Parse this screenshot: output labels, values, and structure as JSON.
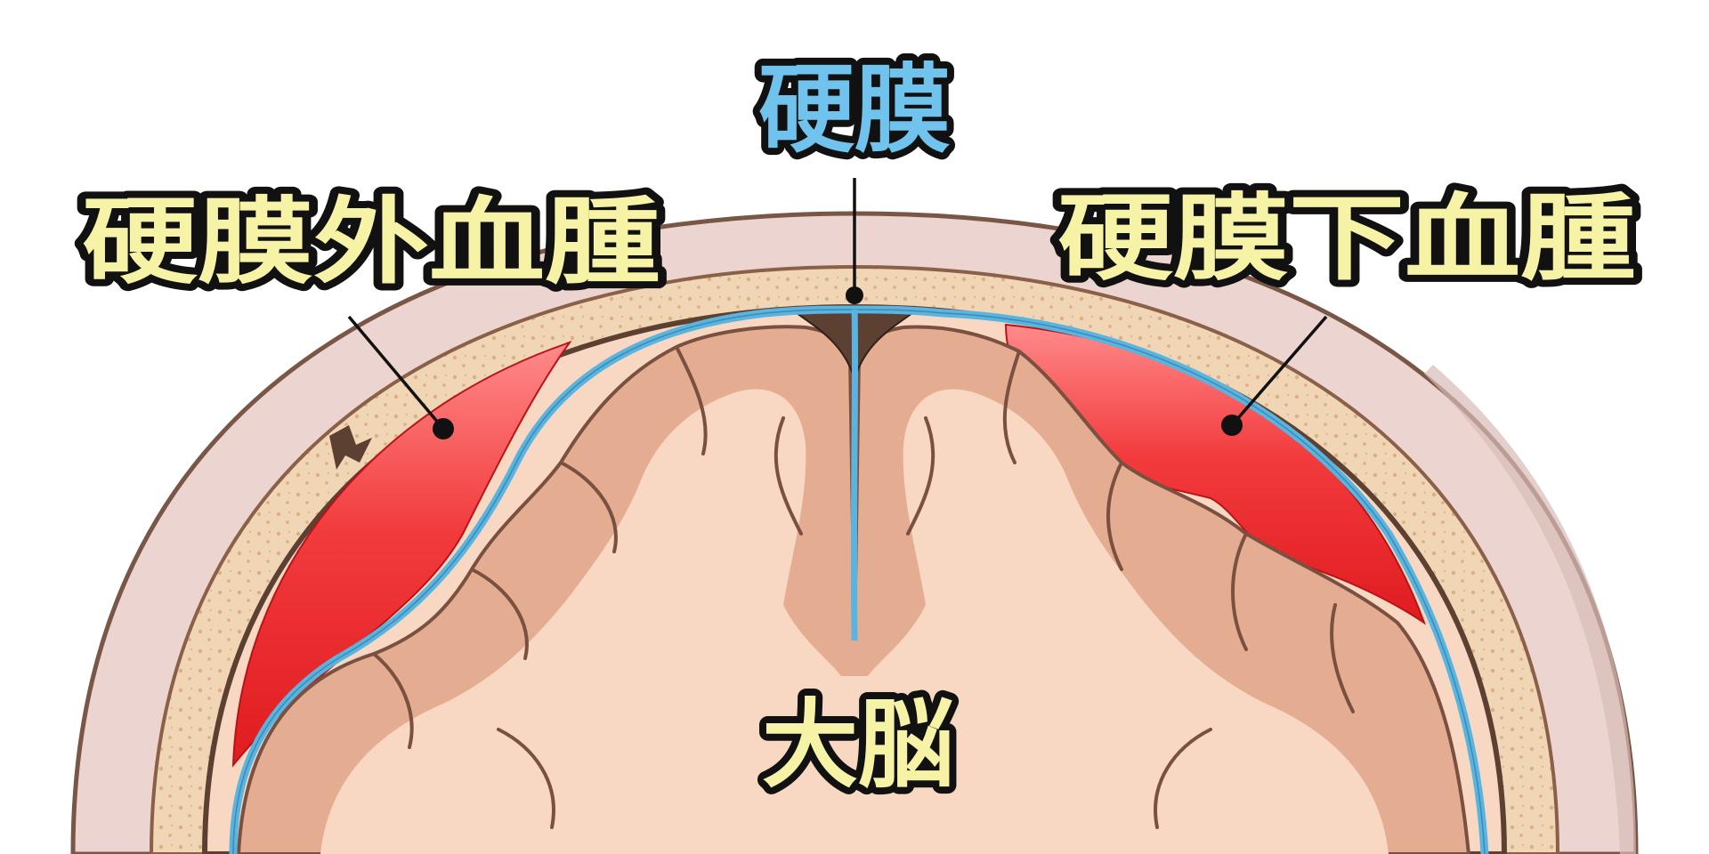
{
  "labels": {
    "dura": "硬膜",
    "epidural": "硬膜外血腫",
    "subdural": "硬膜下血腫",
    "cerebrum": "大脳"
  },
  "colors": {
    "label_yellow": "#f7f3a6",
    "label_blue": "#6fc3ec",
    "dura_blue": "#5ab4e0",
    "skin": "#ecd5d0",
    "skull": "#f1d6b5",
    "brain_fill": "#f8d8c2",
    "gyri": "#e4ad91",
    "hematoma": "#e8272a",
    "outline": "#6b4a3a"
  }
}
